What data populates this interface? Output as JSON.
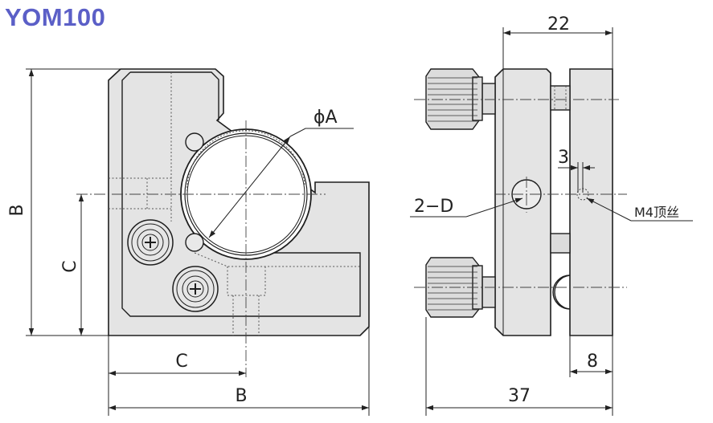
{
  "title": "YOM100",
  "front_view": {
    "dimensions": {
      "phi_a": "ϕA",
      "b_vertical": "B",
      "c_vertical": "C",
      "c_horizontal": "C",
      "b_horizontal": "B"
    }
  },
  "side_view": {
    "dimensions": {
      "top_width": "22",
      "gap": "3",
      "hole": "2−D",
      "set_screw": "M4顶丝",
      "plate": "8",
      "total_width": "37"
    }
  }
}
